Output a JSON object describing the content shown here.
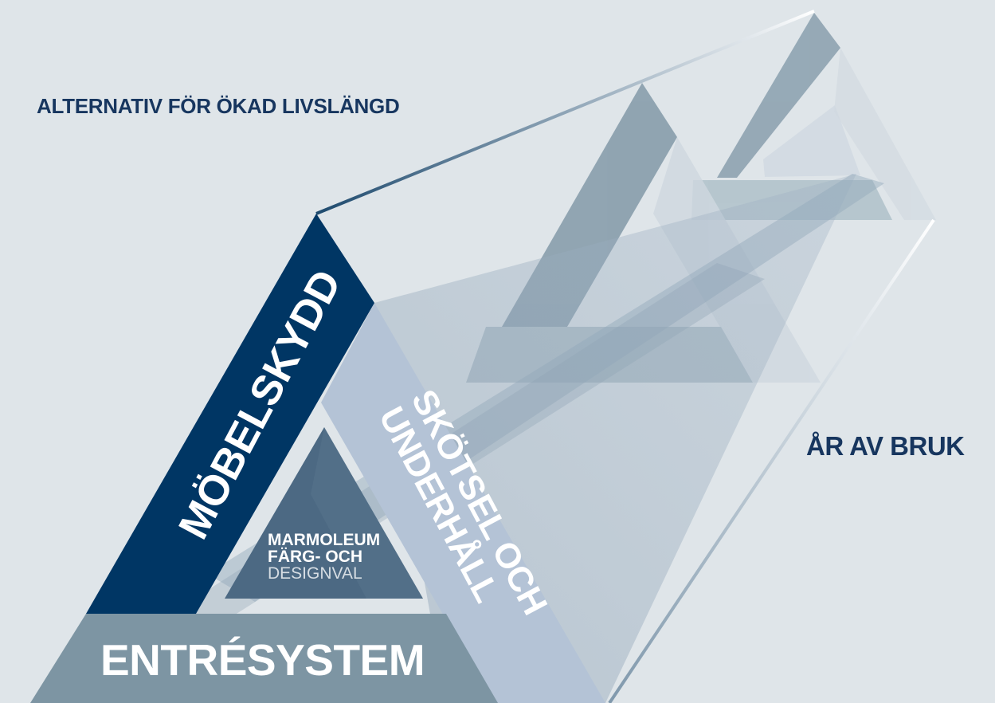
{
  "labels": {
    "top_label": "ALTERNATIV FÖR ÖKAD LIVSLÄNGD",
    "right_label": "ÅR AV BRUK"
  },
  "triangle": {
    "left_side": "MÖBELSKYDD",
    "right_side_line1": "SKÖTSEL OCH",
    "right_side_line2": "UNDERHÅLL",
    "base": "ENTRÉSYSTEM",
    "center_line1": "MARMOLEUM",
    "center_line2": "FÄRG- OCH",
    "center_line3": "DESIGNVAL"
  },
  "colors": {
    "background": "#dfe5e9",
    "dark_navy": "#003664",
    "label_text": "#17365f",
    "base_gray": "#7d95a3",
    "right_band": "#b4c3d6",
    "inner_triangle": "#4c6983"
  }
}
